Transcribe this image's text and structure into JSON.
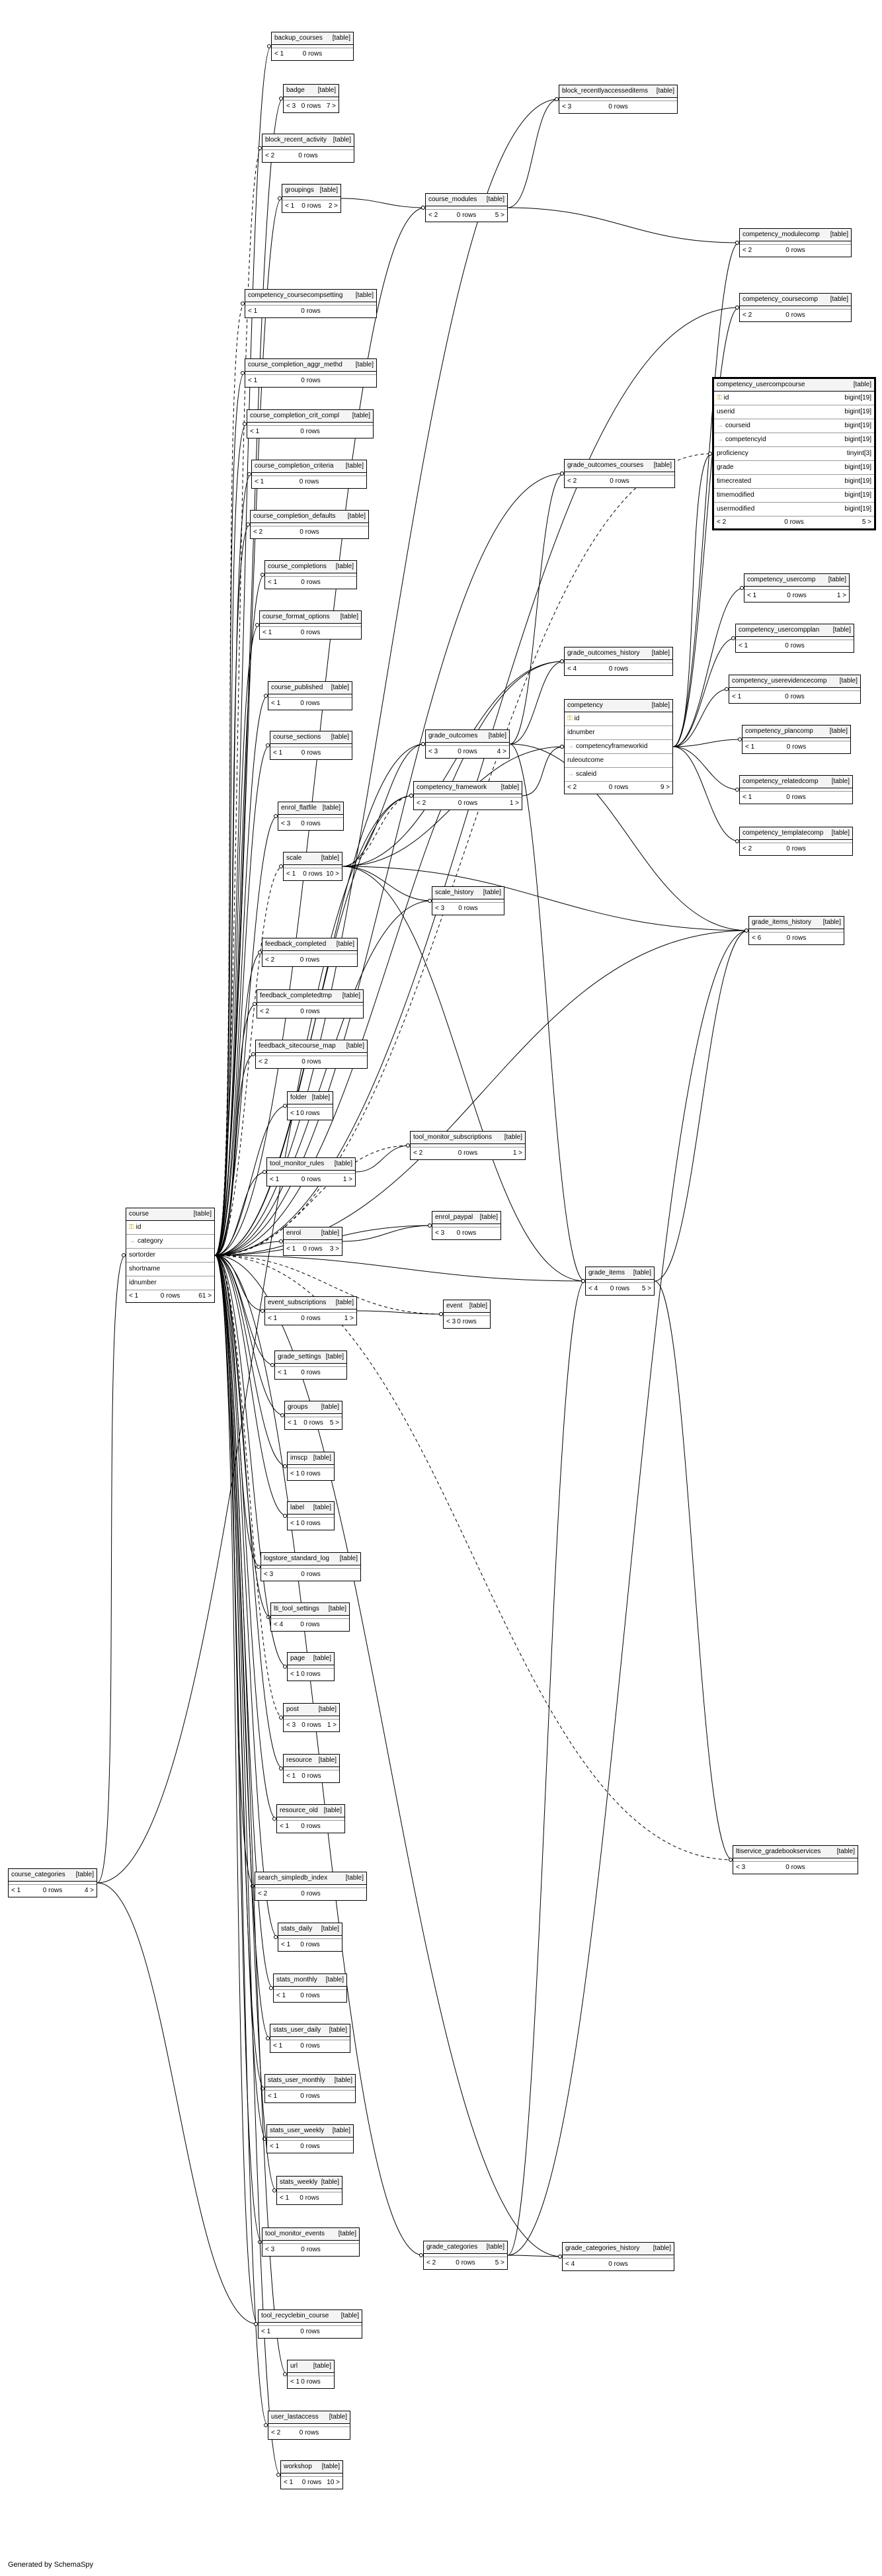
{
  "footer_text": "Generated by SchemaSpy",
  "tables": [
    {
      "id": "backup_courses",
      "name": "backup_courses",
      "kind": "[table]",
      "left": "< 1",
      "rows": "0 rows",
      "right": ""
    },
    {
      "id": "badge",
      "name": "badge",
      "kind": "[table]",
      "left": "< 3",
      "rows": "0 rows",
      "right": "7 >"
    },
    {
      "id": "block_recent_activity",
      "name": "block_recent_activity",
      "kind": "[table]",
      "left": "< 2",
      "rows": "0 rows",
      "right": ""
    },
    {
      "id": "groupings",
      "name": "groupings",
      "kind": "[table]",
      "left": "< 1",
      "rows": "0 rows",
      "right": "2 >"
    },
    {
      "id": "course_modules",
      "name": "course_modules",
      "kind": "[table]",
      "left": "< 2",
      "rows": "0 rows",
      "right": "5 >"
    },
    {
      "id": "block_recentlyaccesseditems",
      "name": "block_recentlyaccesseditems",
      "kind": "[table]",
      "left": "< 3",
      "rows": "0 rows",
      "right": ""
    },
    {
      "id": "competency_modulecomp",
      "name": "competency_modulecomp",
      "kind": "[table]",
      "left": "< 2",
      "rows": "0 rows",
      "right": ""
    },
    {
      "id": "competency_coursecompsetting",
      "name": "competency_coursecompsetting",
      "kind": "[table]",
      "left": "< 1",
      "rows": "0 rows",
      "right": ""
    },
    {
      "id": "competency_coursecomp",
      "name": "competency_coursecomp",
      "kind": "[table]",
      "left": "< 2",
      "rows": "0 rows",
      "right": ""
    },
    {
      "id": "course_completion_aggr_methd",
      "name": "course_completion_aggr_methd",
      "kind": "[table]",
      "left": "< 1",
      "rows": "0 rows",
      "right": ""
    },
    {
      "id": "course_completion_crit_compl",
      "name": "course_completion_crit_compl",
      "kind": "[table]",
      "left": "< 1",
      "rows": "0 rows",
      "right": ""
    },
    {
      "id": "course_completion_criteria",
      "name": "course_completion_criteria",
      "kind": "[table]",
      "left": "< 1",
      "rows": "0 rows",
      "right": ""
    },
    {
      "id": "course_completion_defaults",
      "name": "course_completion_defaults",
      "kind": "[table]",
      "left": "< 2",
      "rows": "0 rows",
      "right": ""
    },
    {
      "id": "course_completions",
      "name": "course_completions",
      "kind": "[table]",
      "left": "< 1",
      "rows": "0 rows",
      "right": ""
    },
    {
      "id": "course_format_options",
      "name": "course_format_options",
      "kind": "[table]",
      "left": "< 1",
      "rows": "0 rows",
      "right": ""
    },
    {
      "id": "course_published",
      "name": "course_published",
      "kind": "[table]",
      "left": "< 1",
      "rows": "0 rows",
      "right": ""
    },
    {
      "id": "course_sections",
      "name": "course_sections",
      "kind": "[table]",
      "left": "< 1",
      "rows": "0 rows",
      "right": ""
    },
    {
      "id": "grade_outcomes_courses",
      "name": "grade_outcomes_courses",
      "kind": "[table]",
      "left": "< 2",
      "rows": "0 rows",
      "right": ""
    },
    {
      "id": "grade_outcomes_history",
      "name": "grade_outcomes_history",
      "kind": "[table]",
      "left": "< 4",
      "rows": "0 rows",
      "right": ""
    },
    {
      "id": "grade_outcomes",
      "name": "grade_outcomes",
      "kind": "[table]",
      "left": "< 3",
      "rows": "0 rows",
      "right": "4 >"
    },
    {
      "id": "competency_framework",
      "name": "competency_framework",
      "kind": "[table]",
      "left": "< 2",
      "rows": "0 rows",
      "right": "1 >"
    },
    {
      "id": "enrol_flatfile",
      "name": "enrol_flatfile",
      "kind": "[table]",
      "left": "< 3",
      "rows": "0 rows",
      "right": ""
    },
    {
      "id": "scale",
      "name": "scale",
      "kind": "[table]",
      "left": "< 1",
      "rows": "0 rows",
      "right": "10 >"
    },
    {
      "id": "scale_history",
      "name": "scale_history",
      "kind": "[table]",
      "left": "< 3",
      "rows": "0 rows",
      "right": ""
    },
    {
      "id": "feedback_completed",
      "name": "feedback_completed",
      "kind": "[table]",
      "left": "< 2",
      "rows": "0 rows",
      "right": ""
    },
    {
      "id": "feedback_completedtmp",
      "name": "feedback_completedtmp",
      "kind": "[table]",
      "left": "< 2",
      "rows": "0 rows",
      "right": ""
    },
    {
      "id": "feedback_sitecourse_map",
      "name": "feedback_sitecourse_map",
      "kind": "[table]",
      "left": "< 2",
      "rows": "0 rows",
      "right": ""
    },
    {
      "id": "folder",
      "name": "folder",
      "kind": "[table]",
      "left": "< 1",
      "rows": "0 rows",
      "right": ""
    },
    {
      "id": "tool_monitor_subscriptions",
      "name": "tool_monitor_subscriptions",
      "kind": "[table]",
      "left": "< 2",
      "rows": "0 rows",
      "right": "1 >"
    },
    {
      "id": "tool_monitor_rules",
      "name": "tool_monitor_rules",
      "kind": "[table]",
      "left": "< 1",
      "rows": "0 rows",
      "right": "1 >"
    },
    {
      "id": "enrol",
      "name": "enrol",
      "kind": "[table]",
      "left": "< 1",
      "rows": "0 rows",
      "right": "3 >"
    },
    {
      "id": "enrol_paypal",
      "name": "enrol_paypal",
      "kind": "[table]",
      "left": "< 3",
      "rows": "0 rows",
      "right": ""
    },
    {
      "id": "event_subscriptions",
      "name": "event_subscriptions",
      "kind": "[table]",
      "left": "< 1",
      "rows": "0 rows",
      "right": "1 >"
    },
    {
      "id": "event",
      "name": "event",
      "kind": "[table]",
      "left": "< 3",
      "rows": "0 rows",
      "right": ""
    },
    {
      "id": "grade_items",
      "name": "grade_items",
      "kind": "[table]",
      "left": "< 4",
      "rows": "0 rows",
      "right": "5 >"
    },
    {
      "id": "grade_settings",
      "name": "grade_settings",
      "kind": "[table]",
      "left": "< 1",
      "rows": "0 rows",
      "right": ""
    },
    {
      "id": "groups",
      "name": "groups",
      "kind": "[table]",
      "left": "< 1",
      "rows": "0 rows",
      "right": "5 >"
    },
    {
      "id": "imscp",
      "name": "imscp",
      "kind": "[table]",
      "left": "< 1",
      "rows": "0 rows",
      "right": ""
    },
    {
      "id": "label",
      "name": "label",
      "kind": "[table]",
      "left": "< 1",
      "rows": "0 rows",
      "right": ""
    },
    {
      "id": "logstore_standard_log",
      "name": "logstore_standard_log",
      "kind": "[table]",
      "left": "< 3",
      "rows": "0 rows",
      "right": ""
    },
    {
      "id": "lti_tool_settings",
      "name": "lti_tool_settings",
      "kind": "[table]",
      "left": "< 4",
      "rows": "0 rows",
      "right": ""
    },
    {
      "id": "page",
      "name": "page",
      "kind": "[table]",
      "left": "< 1",
      "rows": "0 rows",
      "right": ""
    },
    {
      "id": "post",
      "name": "post",
      "kind": "[table]",
      "left": "< 3",
      "rows": "0 rows",
      "right": "1 >"
    },
    {
      "id": "resource",
      "name": "resource",
      "kind": "[table]",
      "left": "< 1",
      "rows": "0 rows",
      "right": ""
    },
    {
      "id": "resource_old",
      "name": "resource_old",
      "kind": "[table]",
      "left": "< 1",
      "rows": "0 rows",
      "right": ""
    },
    {
      "id": "search_simpledb_index",
      "name": "search_simpledb_index",
      "kind": "[table]",
      "left": "< 2",
      "rows": "0 rows",
      "right": ""
    },
    {
      "id": "stats_daily",
      "name": "stats_daily",
      "kind": "[table]",
      "left": "< 1",
      "rows": "0 rows",
      "right": ""
    },
    {
      "id": "stats_monthly",
      "name": "stats_monthly",
      "kind": "[table]",
      "left": "< 1",
      "rows": "0 rows",
      "right": ""
    },
    {
      "id": "stats_user_daily",
      "name": "stats_user_daily",
      "kind": "[table]",
      "left": "< 1",
      "rows": "0 rows",
      "right": ""
    },
    {
      "id": "stats_user_monthly",
      "name": "stats_user_monthly",
      "kind": "[table]",
      "left": "< 1",
      "rows": "0 rows",
      "right": ""
    },
    {
      "id": "stats_user_weekly",
      "name": "stats_user_weekly",
      "kind": "[table]",
      "left": "< 1",
      "rows": "0 rows",
      "right": ""
    },
    {
      "id": "stats_weekly",
      "name": "stats_weekly",
      "kind": "[table]",
      "left": "< 1",
      "rows": "0 rows",
      "right": ""
    },
    {
      "id": "tool_monitor_events",
      "name": "tool_monitor_events",
      "kind": "[table]",
      "left": "< 3",
      "rows": "0 rows",
      "right": ""
    },
    {
      "id": "grade_categories",
      "name": "grade_categories",
      "kind": "[table]",
      "left": "< 2",
      "rows": "0 rows",
      "right": "5 >"
    },
    {
      "id": "grade_categories_history",
      "name": "grade_categories_history",
      "kind": "[table]",
      "left": "< 4",
      "rows": "0 rows",
      "right": ""
    },
    {
      "id": "tool_recyclebin_course",
      "name": "tool_recyclebin_course",
      "kind": "[table]",
      "left": "< 1",
      "rows": "0 rows",
      "right": ""
    },
    {
      "id": "url",
      "name": "url",
      "kind": "[table]",
      "left": "< 1",
      "rows": "0 rows",
      "right": ""
    },
    {
      "id": "user_lastaccess",
      "name": "user_lastaccess",
      "kind": "[table]",
      "left": "< 2",
      "rows": "0 rows",
      "right": ""
    },
    {
      "id": "workshop",
      "name": "workshop",
      "kind": "[table]",
      "left": "< 1",
      "rows": "0 rows",
      "right": "10 >"
    },
    {
      "id": "course_categories",
      "name": "course_categories",
      "kind": "[table]",
      "left": "< 1",
      "rows": "0 rows",
      "right": "4 >"
    },
    {
      "id": "competency_usercomp",
      "name": "competency_usercomp",
      "kind": "[table]",
      "left": "< 1",
      "rows": "0 rows",
      "right": "1 >"
    },
    {
      "id": "competency_usercompplan",
      "name": "competency_usercompplan",
      "kind": "[table]",
      "left": "< 1",
      "rows": "0 rows",
      "right": ""
    },
    {
      "id": "competency_userevidencecomp",
      "name": "competency_userevidencecomp",
      "kind": "[table]",
      "left": "< 1",
      "rows": "0 rows",
      "right": ""
    },
    {
      "id": "competency_plancomp",
      "name": "competency_plancomp",
      "kind": "[table]",
      "left": "< 1",
      "rows": "0 rows",
      "right": ""
    },
    {
      "id": "competency_relatedcomp",
      "name": "competency_relatedcomp",
      "kind": "[table]",
      "left": "< 1",
      "rows": "0 rows",
      "right": ""
    },
    {
      "id": "competency_templatecomp",
      "name": "competency_templatecomp",
      "kind": "[table]",
      "left": "< 2",
      "rows": "0 rows",
      "right": ""
    },
    {
      "id": "grade_items_history",
      "name": "grade_items_history",
      "kind": "[table]",
      "left": "< 6",
      "rows": "0 rows",
      "right": ""
    },
    {
      "id": "ltiservice_gradebookservices",
      "name": "ltiservice_gradebookservices",
      "kind": "[table]",
      "left": "< 3",
      "rows": "0 rows",
      "right": ""
    },
    {
      "id": "course",
      "name": "course",
      "kind": "[table]",
      "left": "< 1",
      "rows": "0 rows",
      "right": "61 >",
      "columns": [
        {
          "name": "id",
          "type": "",
          "key": true
        },
        {
          "name": "category",
          "type": "",
          "key": false,
          "fk": true
        },
        {
          "name": "sortorder",
          "type": ""
        },
        {
          "name": "shortname",
          "type": ""
        },
        {
          "name": "idnumber",
          "type": ""
        }
      ]
    },
    {
      "id": "competency",
      "name": "competency",
      "kind": "[table]",
      "left": "< 2",
      "rows": "0 rows",
      "right": "9 >",
      "columns": [
        {
          "name": "id",
          "type": "",
          "key": true
        },
        {
          "name": "idnumber",
          "type": ""
        },
        {
          "name": "competencyframeworkid",
          "type": "",
          "fk": true
        },
        {
          "name": "ruleoutcome",
          "type": ""
        },
        {
          "name": "scaleid",
          "type": "",
          "fk": true
        }
      ]
    },
    {
      "id": "competency_usercompcourse",
      "name": "competency_usercompcourse",
      "kind": "[table]",
      "left": "< 2",
      "rows": "0 rows",
      "right": "5 >",
      "highlight": true,
      "columns": [
        {
          "name": "id",
          "type": "bigint[19]",
          "key": true
        },
        {
          "name": "userid",
          "type": "bigint[19]"
        },
        {
          "name": "courseid",
          "type": "bigint[19]",
          "fk": true
        },
        {
          "name": "competencyid",
          "type": "bigint[19]",
          "fk": true
        },
        {
          "name": "proficiency",
          "type": "tinyint[3]"
        },
        {
          "name": "grade",
          "type": "bigint[19]"
        },
        {
          "name": "timecreated",
          "type": "bigint[19]"
        },
        {
          "name": "timemodified",
          "type": "bigint[19]"
        },
        {
          "name": "usermodified",
          "type": "bigint[19]"
        }
      ]
    }
  ],
  "edges": [
    [
      "course",
      "backup_courses"
    ],
    [
      "course",
      "badge"
    ],
    [
      "course",
      "block_recent_activity"
    ],
    [
      "course",
      "groupings"
    ],
    [
      "course",
      "course_modules"
    ],
    [
      "course",
      "block_recentlyaccesseditems"
    ],
    [
      "course",
      "competency_coursecompsetting"
    ],
    [
      "course",
      "competency_coursecomp"
    ],
    [
      "course",
      "course_completion_aggr_methd"
    ],
    [
      "course",
      "course_completion_crit_compl"
    ],
    [
      "course",
      "course_completion_criteria"
    ],
    [
      "course",
      "course_completion_defaults"
    ],
    [
      "course",
      "course_completions"
    ],
    [
      "course",
      "course_format_options"
    ],
    [
      "course",
      "course_published"
    ],
    [
      "course",
      "course_sections"
    ],
    [
      "course",
      "grade_outcomes_courses"
    ],
    [
      "course",
      "grade_outcomes_history"
    ],
    [
      "course",
      "grade_outcomes"
    ],
    [
      "course",
      "competency_framework"
    ],
    [
      "course",
      "enrol_flatfile"
    ],
    [
      "course",
      "scale"
    ],
    [
      "course",
      "scale_history"
    ],
    [
      "course",
      "feedback_completed"
    ],
    [
      "course",
      "feedback_completedtmp"
    ],
    [
      "course",
      "feedback_sitecourse_map"
    ],
    [
      "course",
      "folder"
    ],
    [
      "course",
      "tool_monitor_rules"
    ],
    [
      "course",
      "tool_monitor_subscriptions"
    ],
    [
      "course",
      "enrol"
    ],
    [
      "course",
      "enrol_paypal"
    ],
    [
      "course",
      "event_subscriptions"
    ],
    [
      "course",
      "event"
    ],
    [
      "course",
      "grade_items"
    ],
    [
      "course",
      "grade_settings"
    ],
    [
      "course",
      "groups"
    ],
    [
      "course",
      "imscp"
    ],
    [
      "course",
      "label"
    ],
    [
      "course",
      "logstore_standard_log"
    ],
    [
      "course",
      "lti_tool_settings"
    ],
    [
      "course",
      "page"
    ],
    [
      "course",
      "post"
    ],
    [
      "course",
      "resource"
    ],
    [
      "course",
      "resource_old"
    ],
    [
      "course",
      "search_simpledb_index"
    ],
    [
      "course",
      "stats_daily"
    ],
    [
      "course",
      "stats_monthly"
    ],
    [
      "course",
      "stats_user_daily"
    ],
    [
      "course",
      "stats_user_monthly"
    ],
    [
      "course",
      "stats_user_weekly"
    ],
    [
      "course",
      "stats_weekly"
    ],
    [
      "course",
      "tool_monitor_events"
    ],
    [
      "course",
      "grade_categories"
    ],
    [
      "course",
      "grade_categories_history"
    ],
    [
      "course",
      "tool_recyclebin_course"
    ],
    [
      "course",
      "url"
    ],
    [
      "course",
      "user_lastaccess"
    ],
    [
      "course",
      "workshop"
    ],
    [
      "course",
      "competency_usercompcourse"
    ],
    [
      "course",
      "grade_items_history"
    ],
    [
      "course",
      "ltiservice_gradebookservices"
    ],
    [
      "course_categories",
      "course"
    ],
    [
      "course_categories",
      "tool_recyclebin_course"
    ],
    [
      "course_categories",
      "competency_framework"
    ],
    [
      "groupings",
      "course_modules"
    ],
    [
      "course_modules",
      "block_recentlyaccesseditems"
    ],
    [
      "course_modules",
      "competency_modulecomp"
    ],
    [
      "grade_outcomes",
      "grade_outcomes_courses"
    ],
    [
      "grade_outcomes",
      "grade_outcomes_history"
    ],
    [
      "grade_outcomes",
      "grade_items"
    ],
    [
      "grade_outcomes",
      "grade_items_history"
    ],
    [
      "competency_framework",
      "competency"
    ],
    [
      "scale",
      "grade_outcomes"
    ],
    [
      "scale",
      "scale_history"
    ],
    [
      "scale",
      "competency"
    ],
    [
      "scale",
      "grade_items"
    ],
    [
      "scale",
      "grade_items_history"
    ],
    [
      "scale",
      "competency_framework"
    ],
    [
      "scale",
      "grade_outcomes_history"
    ],
    [
      "competency",
      "competency_modulecomp"
    ],
    [
      "competency",
      "competency_coursecomp"
    ],
    [
      "competency",
      "competency_usercompcourse"
    ],
    [
      "competency",
      "competency_usercomp"
    ],
    [
      "competency",
      "competency_usercompplan"
    ],
    [
      "competency",
      "competency_userevidencecomp"
    ],
    [
      "competency",
      "competency_plancomp"
    ],
    [
      "competency",
      "competency_relatedcomp"
    ],
    [
      "competency",
      "competency_templatecomp"
    ],
    [
      "tool_monitor_rules",
      "tool_monitor_subscriptions"
    ],
    [
      "enrol",
      "enrol_paypal"
    ],
    [
      "event_subscriptions",
      "event"
    ],
    [
      "grade_items",
      "grade_items_history"
    ],
    [
      "grade_items",
      "ltiservice_gradebookservices"
    ],
    [
      "grade_categories",
      "grade_items"
    ],
    [
      "grade_categories",
      "grade_categories_history"
    ],
    [
      "grade_categories",
      "grade_items_history"
    ]
  ]
}
